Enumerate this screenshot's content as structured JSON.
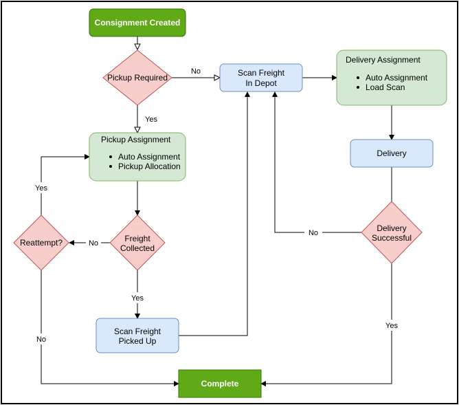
{
  "colors": {
    "terminal_fill": "#60a917",
    "terminal_stroke": "#2d7600",
    "decision_fill": "#f8cecc",
    "decision_stroke": "#b85450",
    "process_fill": "#dae8fc",
    "process_stroke": "#6c8ebf",
    "assign_fill": "#d5e8d4",
    "assign_stroke": "#82b366"
  },
  "nodes": {
    "consignment_created": "Consignment Created",
    "pickup_required": "Pickup Required",
    "scan_in_depot": {
      "line1": "Scan Freight",
      "line2": "In Depot"
    },
    "delivery_assignment": {
      "title": "Delivery Assignment",
      "items": [
        "Auto Assignment",
        "Load Scan"
      ]
    },
    "pickup_assignment": {
      "title": "Pickup Assignment",
      "items": [
        "Auto Assignment",
        "Pickup Allocation"
      ]
    },
    "delivery": "Delivery",
    "freight_collected": {
      "line1": "Freight",
      "line2": "Collected"
    },
    "reattempt": "Reattempt?",
    "delivery_successful": {
      "line1": "Delivery",
      "line2": "Successful"
    },
    "scan_picked_up": {
      "line1": "Scan Freight",
      "line2": "Picked Up"
    },
    "complete": "Complete"
  },
  "edges": {
    "pickup_no": "No",
    "pickup_yes": "Yes",
    "reattempt_yes": "Yes",
    "collected_no": "No",
    "collected_yes": "Yes",
    "reattempt_no": "No",
    "delivery_no": "No",
    "delivery_yes": "Yes"
  }
}
